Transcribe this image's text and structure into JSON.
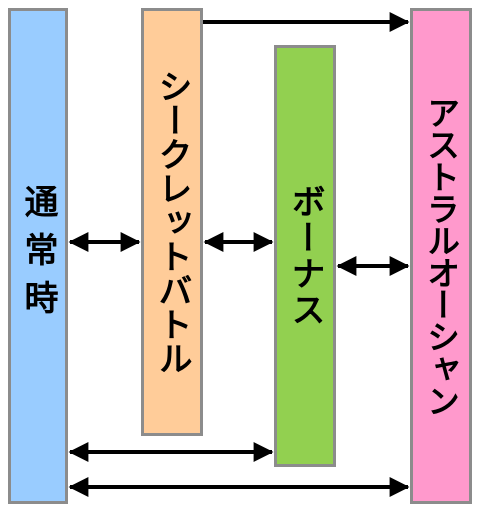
{
  "boxes": {
    "normal": {
      "label": "通常時",
      "color": "#99ccff"
    },
    "secret_battle": {
      "label": "シークレットバトル",
      "color": "#ffcc99"
    },
    "bonus": {
      "label": "ボーナス",
      "color": "#92d050"
    },
    "astral_ocean": {
      "label": "アストラルオーシャン",
      "color": "#ff99cc"
    }
  },
  "connections": [
    {
      "from": "secret_battle",
      "to": "astral_ocean",
      "direction": "one-way"
    },
    {
      "from": "normal",
      "to": "secret_battle",
      "direction": "two-way"
    },
    {
      "from": "secret_battle",
      "to": "bonus",
      "direction": "two-way"
    },
    {
      "from": "bonus",
      "to": "astral_ocean",
      "direction": "two-way"
    },
    {
      "from": "normal",
      "to": "bonus",
      "direction": "two-way"
    },
    {
      "from": "normal",
      "to": "astral_ocean",
      "direction": "two-way"
    }
  ],
  "colors": {
    "arrow": "#000000",
    "border": "#8c8c8c"
  }
}
